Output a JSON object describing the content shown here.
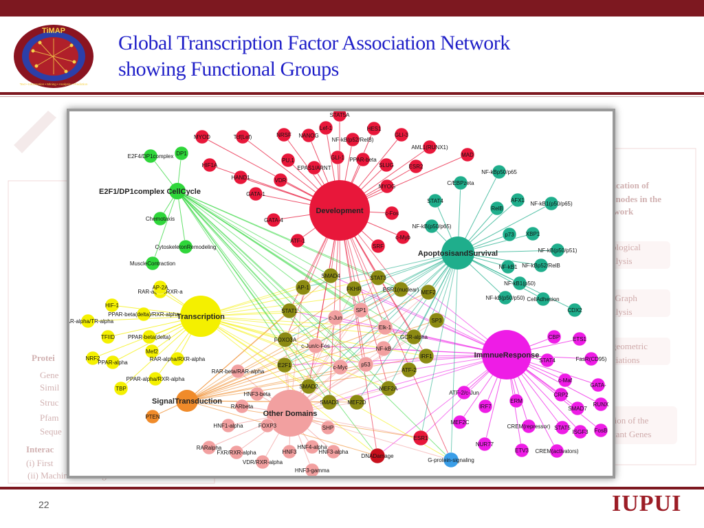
{
  "slide": {
    "title_line1": "Global Transcription Factor Association Network",
    "title_line2": "showing Functional Groups",
    "page_number": "22",
    "brand": "IUPUI",
    "logo_text": "TiMAP",
    "logo_ring_text": "Text • Information • Mining • Analysis • Prediction",
    "colors": {
      "maroon": "#7d1820",
      "title_blue": "#1f1fc8"
    }
  },
  "background_panel": {
    "left_items": [
      "Protei",
      "Gene",
      "Simil",
      "Struc",
      "Pfam",
      "Seque",
      "Interac",
      "(i)  First",
      "(ii)  Machine Learning"
    ],
    "right_items": [
      "fication of",
      "t nodes in the",
      "twork",
      "ological",
      "alysis",
      "-Graph",
      "alysis",
      "geometric",
      "ciations",
      "tion of the",
      "cant Genes"
    ]
  },
  "network": {
    "hubs": [
      {
        "id": "dev",
        "label": "Development",
        "color": "#e8173a"
      },
      {
        "id": "apo",
        "label": "ApoptosisandSurvival",
        "color": "#1fae8c"
      },
      {
        "id": "imm",
        "label": "ImmnueResponse",
        "color": "#ee1ce6"
      },
      {
        "id": "trn",
        "label": "Transcription",
        "color": "#f4f000"
      },
      {
        "id": "oth",
        "label": "Other Domains",
        "color": "#f2a0a0"
      },
      {
        "id": "sig",
        "label": "SignalTransduction",
        "color": "#f08b2a"
      },
      {
        "id": "cel",
        "label": "E2F1/DP1complex CellCycle",
        "color": "#2fd63a"
      }
    ],
    "nodes": [
      {
        "label": "STAT5A",
        "hub": "dev"
      },
      {
        "label": "Lef-1",
        "hub": "dev"
      },
      {
        "label": "HES1",
        "hub": "dev"
      },
      {
        "label": "NRSF",
        "hub": "dev"
      },
      {
        "label": "NANOG",
        "hub": "dev"
      },
      {
        "label": "NF-kB(p52/RelB)",
        "hub": "dev"
      },
      {
        "label": "GLI-3",
        "hub": "dev"
      },
      {
        "label": "AML1(RUNX1)",
        "hub": "dev"
      },
      {
        "label": "PU.1",
        "hub": "dev"
      },
      {
        "label": "GLI-1",
        "hub": "dev"
      },
      {
        "label": "PPAR-beta",
        "hub": "dev"
      },
      {
        "label": "MAD",
        "hub": "dev"
      },
      {
        "label": "EPAS1/ARNT",
        "hub": "dev"
      },
      {
        "label": "SLUG",
        "hub": "dev"
      },
      {
        "label": "ESR2",
        "hub": "dev"
      },
      {
        "label": "VDR",
        "hub": "dev"
      },
      {
        "label": "MYOG",
        "hub": "dev"
      },
      {
        "label": "c-Fos",
        "hub": "dev"
      },
      {
        "label": "MYOD",
        "hub": "dev"
      },
      {
        "label": "Tcf(Lef)",
        "hub": "dev"
      },
      {
        "label": "HIF1A",
        "hub": "dev"
      },
      {
        "label": "HAND1",
        "hub": "dev"
      },
      {
        "label": "GATA-1",
        "hub": "dev"
      },
      {
        "label": "GATA-4",
        "hub": "dev"
      },
      {
        "label": "ATF-1",
        "hub": "dev"
      },
      {
        "label": "SRF",
        "hub": "dev"
      },
      {
        "label": "c-Myb",
        "hub": "dev"
      },
      {
        "label": "C/EBPzeta",
        "hub": "apo"
      },
      {
        "label": "NF-kBp50/p65",
        "hub": "apo"
      },
      {
        "label": "STAT4",
        "hub": "apo"
      },
      {
        "label": "RelB",
        "hub": "apo"
      },
      {
        "label": "AFX1",
        "hub": "apo"
      },
      {
        "label": "NF-kB1(p50/p65)",
        "hub": "apo"
      },
      {
        "label": "NF-kB(p50/p65)",
        "hub": "apo"
      },
      {
        "label": "p73",
        "hub": "apo"
      },
      {
        "label": "XBP1",
        "hub": "apo"
      },
      {
        "label": "NF-kB(p50/p51)",
        "hub": "apo"
      },
      {
        "label": "NF-kB1",
        "hub": "apo"
      },
      {
        "label": "NF-kBp52/RelB",
        "hub": "apo"
      },
      {
        "label": "NF-kB1(p50)",
        "hub": "apo"
      },
      {
        "label": "NF-kB(p50/p50)",
        "hub": "apo"
      },
      {
        "label": "CellAdhesion",
        "hub": "apo"
      },
      {
        "label": "CDX2",
        "hub": "apo"
      },
      {
        "label": "CBP",
        "hub": "imm"
      },
      {
        "label": "ETS1",
        "hub": "imm"
      },
      {
        "label": "STAT4",
        "hub": "imm"
      },
      {
        "label": "FasR(CD95)",
        "hub": "imm"
      },
      {
        "label": "c-Maf",
        "hub": "imm"
      },
      {
        "label": "GATA-",
        "hub": "imm"
      },
      {
        "label": "CRP2",
        "hub": "imm"
      },
      {
        "label": "SMAD7",
        "hub": "imm"
      },
      {
        "label": "RUNX",
        "hub": "imm"
      },
      {
        "label": "IRF7",
        "hub": "imm"
      },
      {
        "label": "ERM",
        "hub": "imm"
      },
      {
        "label": "CREM(repressor)",
        "hub": "imm"
      },
      {
        "label": "STAT5",
        "hub": "imm"
      },
      {
        "label": "ISGF3",
        "hub": "imm"
      },
      {
        "label": "FosB",
        "hub": "imm"
      },
      {
        "label": "ETV3",
        "hub": "imm"
      },
      {
        "label": "CREM(activators)",
        "hub": "imm"
      },
      {
        "label": "NUR77",
        "hub": "imm"
      },
      {
        "label": "MEF2C",
        "hub": "imm"
      },
      {
        "label": "ATF-2/c-Jun",
        "hub": "imm"
      },
      {
        "label": "RAR-alpha/RXR-a",
        "hub": "trn"
      },
      {
        "label": "AP-2A",
        "hub": "trn"
      },
      {
        "label": "HIF-1",
        "hub": "trn"
      },
      {
        "label": "PPAR-beta(delta)/RXR-alpha",
        "hub": "trn"
      },
      {
        "label": "RAR-alpha/TR-alpha",
        "hub": "trn"
      },
      {
        "label": "TFIID",
        "hub": "trn"
      },
      {
        "label": "PPAR-beta(delta)",
        "hub": "trn"
      },
      {
        "label": "Mef2",
        "hub": "trn"
      },
      {
        "label": "NRF2",
        "hub": "trn"
      },
      {
        "label": "PPAR-alpha",
        "hub": "trn"
      },
      {
        "label": "RAR-alpha/RXR-alpha",
        "hub": "trn"
      },
      {
        "label": "PPAR-alpha/RXR-alpha",
        "hub": "trn"
      },
      {
        "label": "TBP",
        "hub": "trn"
      },
      {
        "label": "HNF3-beta",
        "hub": "oth"
      },
      {
        "label": "RARbeta",
        "hub": "oth"
      },
      {
        "label": "HNF1-alpha",
        "hub": "oth"
      },
      {
        "label": "FOXP3",
        "hub": "oth"
      },
      {
        "label": "SHP",
        "hub": "oth"
      },
      {
        "label": "HNF4-alpha",
        "hub": "oth"
      },
      {
        "label": "RARalpha",
        "hub": "oth"
      },
      {
        "label": "FXR/RXR-alpha",
        "hub": "oth"
      },
      {
        "label": "HNF3",
        "hub": "oth"
      },
      {
        "label": "HNF3-alpha",
        "hub": "oth"
      },
      {
        "label": "VDR/RXR-alpha",
        "hub": "oth"
      },
      {
        "label": "HNF3-gamma",
        "hub": "oth"
      },
      {
        "label": "RAR-beta/RAR-alpha",
        "hub": "oth"
      },
      {
        "label": "PTEN",
        "hub": "sig"
      },
      {
        "label": "E2F4/DP1complex",
        "hub": "cel"
      },
      {
        "label": "DP1",
        "hub": "cel"
      },
      {
        "label": "Chemotaxis",
        "hub": "cel"
      },
      {
        "label": "CytoskeletonRemodeling",
        "hub": "cel"
      },
      {
        "label": "MuscleContraction",
        "hub": "cel"
      },
      {
        "label": "SMAD4",
        "hub": "mid"
      },
      {
        "label": "FKHR",
        "hub": "mid"
      },
      {
        "label": "STAT3",
        "hub": "mid"
      },
      {
        "label": "ESR1(nuclear)",
        "hub": "mid"
      },
      {
        "label": "MEF2",
        "hub": "mid"
      },
      {
        "label": "AP-1",
        "hub": "mid"
      },
      {
        "label": "STAT1",
        "hub": "mid"
      },
      {
        "label": "c-Jun",
        "hub": "mid"
      },
      {
        "label": "SP1",
        "hub": "mid"
      },
      {
        "label": "Elk-1",
        "hub": "mid"
      },
      {
        "label": "SP3",
        "hub": "mid"
      },
      {
        "label": "FOXO3A",
        "hub": "mid"
      },
      {
        "label": "c-Jun/c-Fos",
        "hub": "mid"
      },
      {
        "label": "NF-kB",
        "hub": "mid"
      },
      {
        "label": "GCR-alpha",
        "hub": "mid"
      },
      {
        "label": "IRF1",
        "hub": "mid"
      },
      {
        "label": "E2F1",
        "hub": "mid"
      },
      {
        "label": "c-Myc",
        "hub": "mid"
      },
      {
        "label": "p53",
        "hub": "mid"
      },
      {
        "label": "ATF-2",
        "hub": "mid"
      },
      {
        "label": "SMAD2",
        "hub": "mid"
      },
      {
        "label": "SMAD3",
        "hub": "mid"
      },
      {
        "label": "MEF2D",
        "hub": "mid"
      },
      {
        "label": "MEF2A",
        "hub": "mid"
      },
      {
        "label": "DNADamage",
        "hub": "mid"
      },
      {
        "label": "ESR1",
        "hub": "mid"
      },
      {
        "label": "G-protein-signaling",
        "hub": "mid"
      }
    ]
  }
}
